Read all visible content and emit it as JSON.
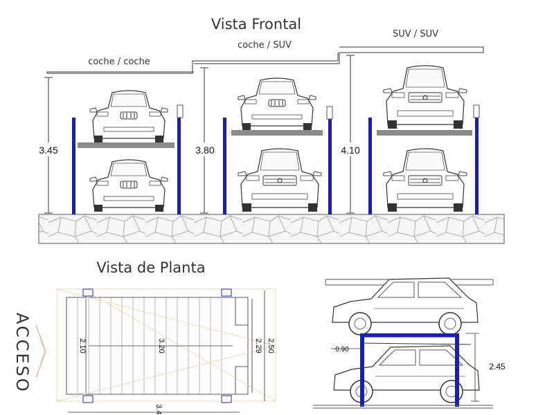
{
  "front_view": {
    "title": "Vista Frontal",
    "bays": [
      {
        "label": "coche / coche",
        "height": "3.45"
      },
      {
        "label": "coche / SUV",
        "height": "3.80"
      },
      {
        "label": "SUV / SUV",
        "height": "4.10"
      }
    ]
  },
  "plan_view": {
    "title": "Vista de Planta",
    "access_label": "ACCESO",
    "dims": {
      "width_a": "2.10",
      "depth": "3.20",
      "width_b": "2.29",
      "width_c": "2.50",
      "bottom": "3.4"
    }
  },
  "side_view": {
    "offset": "0.90",
    "height": "2.45"
  },
  "colors": {
    "post": "#1a1fb4",
    "line": "#333333",
    "platform": "#888888",
    "ground": "#f4f4f4"
  }
}
